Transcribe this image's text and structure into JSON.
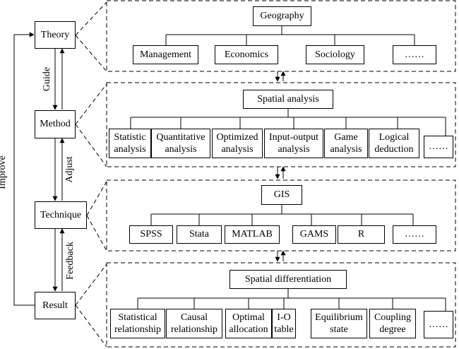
{
  "left_flow": {
    "theory": "Theory",
    "method": "Method",
    "technique": "Technique",
    "result": "Result",
    "guide": "Guide",
    "adjust": "Adjust",
    "feedback": "Feedback",
    "improve": "Improve"
  },
  "panel_geography": {
    "title": "Geography",
    "items": [
      "Management",
      "Economics",
      "Sociology",
      "……"
    ]
  },
  "panel_spatial_analysis": {
    "title": "Spatial analysis",
    "items": [
      "Statistic\nanalysis",
      "Quantitative\nanalysis",
      "Optimized\nanalysis",
      "Input-output\nanalysis",
      "Game\nanalysis",
      "Logical\ndeduction",
      "……"
    ]
  },
  "panel_gis": {
    "title": "GIS",
    "items": [
      "SPSS",
      "Stata",
      "MATLAB",
      "GAMS",
      "R",
      "……"
    ]
  },
  "panel_spatial_differentiation": {
    "title": "Spatial differentiation",
    "items": [
      "Statistical\nrelationship",
      "Causal\nrelationship",
      "Optimal\nallocation",
      "I-O\ntable",
      "Equilibrium\nstate",
      "Coupling\ndegree",
      "……"
    ]
  }
}
